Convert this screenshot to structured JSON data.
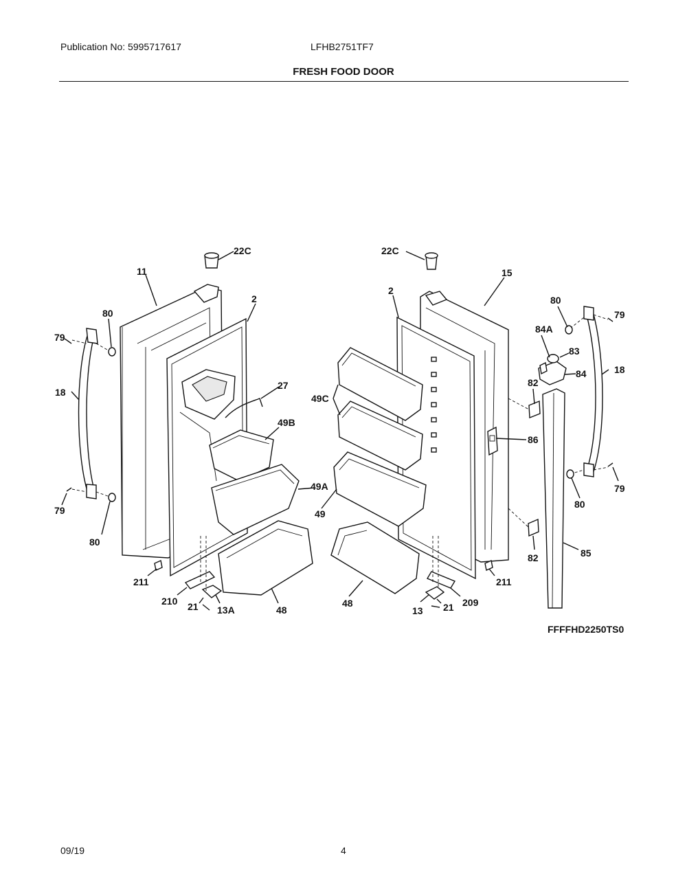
{
  "header": {
    "publication": "Publication No: 5995717617",
    "model": "LFHB2751TF7",
    "section_title": "FRESH FOOD DOOR"
  },
  "diagram": {
    "figure_code": "FFFFHD2250TS0",
    "callouts": {
      "c_22c_left": "22C",
      "c_22c_right": "22C",
      "c_11": "11",
      "c_15": "15",
      "c_2_left": "2",
      "c_2_right": "2",
      "c_80_tl": "80",
      "c_80_tr": "80",
      "c_79_tl": "79",
      "c_79_tr": "79",
      "c_18_left": "18",
      "c_18_right": "18",
      "c_84a": "84A",
      "c_83": "83",
      "c_84": "84",
      "c_27": "27",
      "c_49c": "49C",
      "c_49b": "49B",
      "c_82_top": "82",
      "c_86": "86",
      "c_49a": "49A",
      "c_49": "49",
      "c_79_bl": "79",
      "c_79_br": "79",
      "c_80_bl": "80",
      "c_80_br": "80",
      "c_82_bot": "82",
      "c_85": "85",
      "c_211_left": "211",
      "c_211_right": "211",
      "c_210": "210",
      "c_209": "209",
      "c_21_left": "21",
      "c_21_right": "21",
      "c_13a": "13A",
      "c_13": "13",
      "c_48_left": "48",
      "c_48_right": "48"
    }
  },
  "footer": {
    "date": "09/19",
    "page": "4"
  }
}
